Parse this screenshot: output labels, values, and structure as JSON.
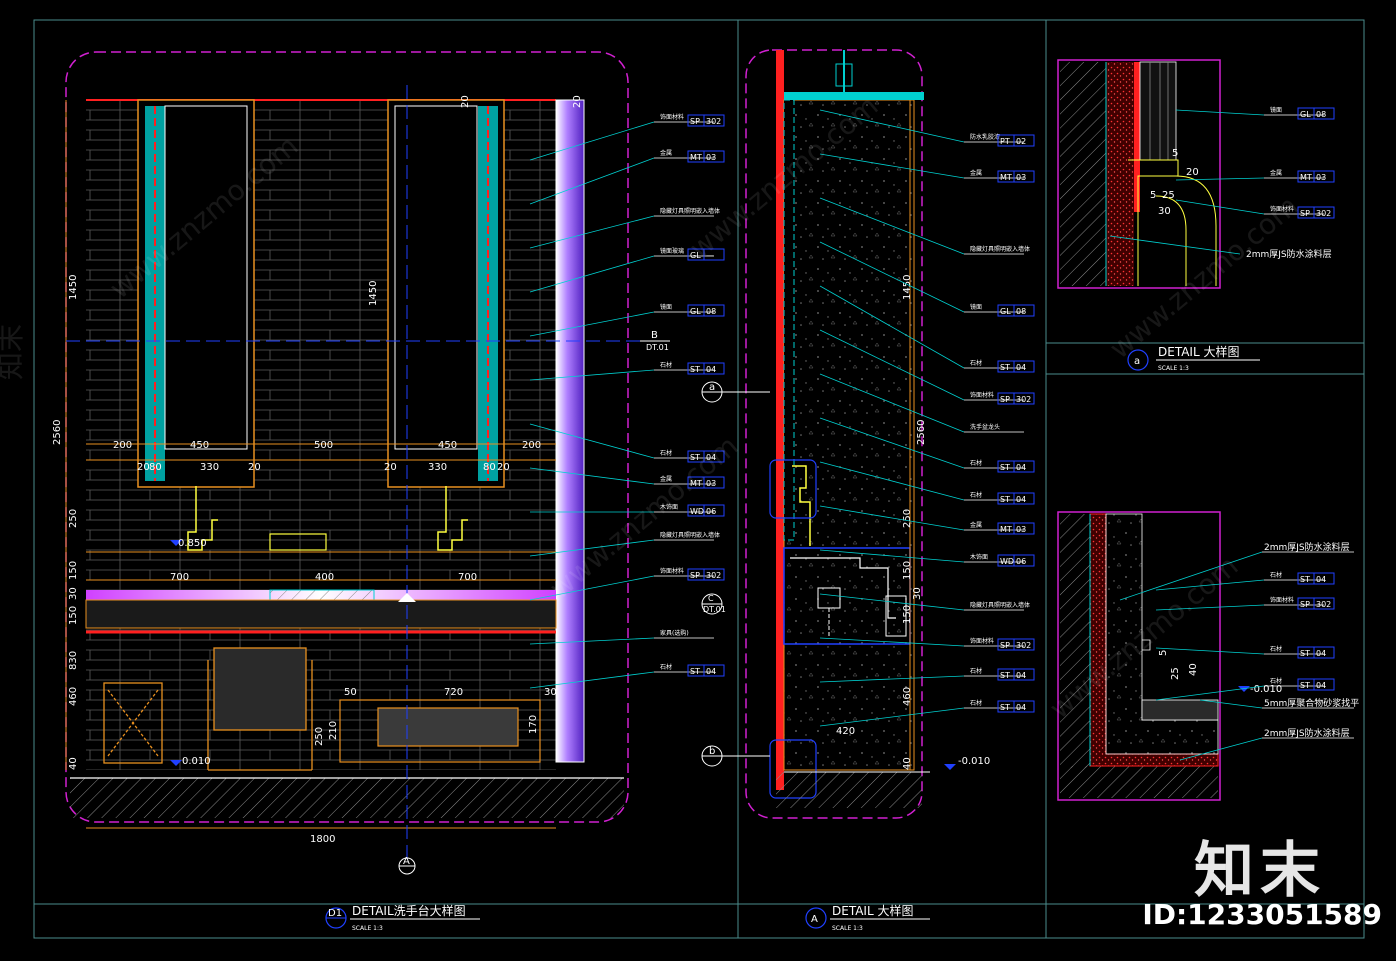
{
  "drawings": {
    "d1": {
      "tag": "D1",
      "title": "DETAIL洗手台大样图",
      "scale": "SCALE  1:3",
      "dims_top": [
        "200",
        "450",
        "500",
        "450",
        "200"
      ],
      "dims_mirror": [
        "20",
        "80",
        "330",
        "20",
        "20",
        "330",
        "80",
        "20"
      ],
      "dims_counter": [
        "700",
        "400",
        "700"
      ],
      "dims_left": [
        "1450",
        "2560",
        "250",
        "150",
        "30",
        "150",
        "830",
        "460",
        "40"
      ],
      "dims_mid": [
        "1450",
        "20",
        "20"
      ],
      "dims_bottom": [
        "1800",
        "720",
        "50",
        "30",
        "170",
        "210",
        "250"
      ],
      "levels": [
        "0.850",
        "0.010"
      ],
      "section_marks": {
        "b_tag": "B",
        "b_ref": "DT.01",
        "a_tag": "A"
      }
    },
    "dA": {
      "tag": "A",
      "title": "DETAIL   大样图",
      "scale": "SCALE  1:3",
      "dims": [
        "1450",
        "2560",
        "250",
        "150",
        "30",
        "150",
        "460",
        "420",
        "40"
      ],
      "level": "-0.010",
      "callouts": {
        "a": "a",
        "c": "C",
        "c_ref": "DT.01",
        "b": "b"
      }
    },
    "da": {
      "tag": "a",
      "title": "DETAIL   大样图",
      "scale": "SCALE  1:3",
      "dims": [
        "5",
        "25",
        "20",
        "30",
        "5"
      ]
    },
    "db": {
      "dims": [
        "5",
        "25",
        "40"
      ],
      "level": "-0.010"
    }
  },
  "tags_d1": [
    {
      "code": "SP",
      "num": "302",
      "note": "饰面材料"
    },
    {
      "code": "MT",
      "num": "03",
      "note": "金属"
    },
    {
      "code": "",
      "num": "",
      "note": "隐藏灯具照明嵌入墙体"
    },
    {
      "code": "GL",
      "num": "—",
      "note": "镜面玻璃"
    },
    {
      "code": "GL",
      "num": "08",
      "note": "镜面"
    },
    {
      "code": "ST",
      "num": "04",
      "note": "石材"
    },
    {
      "code": "ST",
      "num": "04",
      "note": "石材"
    },
    {
      "code": "MT",
      "num": "03",
      "note": "金属"
    },
    {
      "code": "WD",
      "num": "06",
      "note": "木饰面"
    },
    {
      "code": "",
      "num": "",
      "note": "隐藏灯具照明嵌入墙体"
    },
    {
      "code": "SP",
      "num": "302",
      "note": "饰面材料"
    },
    {
      "code": "",
      "num": "",
      "note": "家具(选购)"
    },
    {
      "code": "ST",
      "num": "04",
      "note": "石材"
    }
  ],
  "tags_dA": [
    {
      "code": "PT",
      "num": "02",
      "note": "防水乳胶漆"
    },
    {
      "code": "MT",
      "num": "03",
      "note": "金属"
    },
    {
      "code": "",
      "num": "",
      "note": "隐藏灯具照明嵌入墙体"
    },
    {
      "code": "GL",
      "num": "08",
      "note": "镜面"
    },
    {
      "code": "ST",
      "num": "04",
      "note": "石材"
    },
    {
      "code": "SP",
      "num": "302",
      "note": "饰面材料"
    },
    {
      "code": "",
      "num": "",
      "note": "洗手盆龙头"
    },
    {
      "code": "ST",
      "num": "04",
      "note": "石材"
    },
    {
      "code": "ST",
      "num": "04",
      "note": "石材"
    },
    {
      "code": "MT",
      "num": "03",
      "note": "金属"
    },
    {
      "code": "WD",
      "num": "06",
      "note": "木饰面"
    },
    {
      "code": "",
      "num": "",
      "note": "隐藏灯具照明嵌入墙体"
    },
    {
      "code": "SP",
      "num": "302",
      "note": "饰面材料"
    },
    {
      "code": "ST",
      "num": "04",
      "note": "石材"
    },
    {
      "code": "ST",
      "num": "04",
      "note": "石材"
    }
  ],
  "tags_da": [
    {
      "code": "GL",
      "num": "08",
      "note": "镜面"
    },
    {
      "code": "MT",
      "num": "03",
      "note": "金属"
    },
    {
      "code": "SP",
      "num": "302",
      "note": "饰面材料"
    }
  ],
  "note_da": "2mm厚JS防水涂料层",
  "tags_db": [
    {
      "code": "ST",
      "num": "04",
      "note": "石材"
    },
    {
      "code": "SP",
      "num": "302",
      "note": "饰面材料"
    },
    {
      "code": "ST",
      "num": "04",
      "note": "石材"
    },
    {
      "code": "ST",
      "num": "04",
      "note": "石材"
    }
  ],
  "notes_db": [
    "2mm厚JS防水涂料层",
    "5mm厚聚合物砂浆找平",
    "2mm厚JS防水涂料层"
  ],
  "watermark": {
    "brand": "知末",
    "id": "ID:1233051589",
    "url": "www.znzmo.com"
  },
  "colors": {
    "frame": "#4a8c8c",
    "orange": "#e89020",
    "magenta": "#d020d0",
    "red": "#ff2020",
    "cyan": "#00d0d0",
    "blue": "#2040ff",
    "white": "#ffffff",
    "grey": "#8a8a8a",
    "yellow": "#ffff40"
  }
}
